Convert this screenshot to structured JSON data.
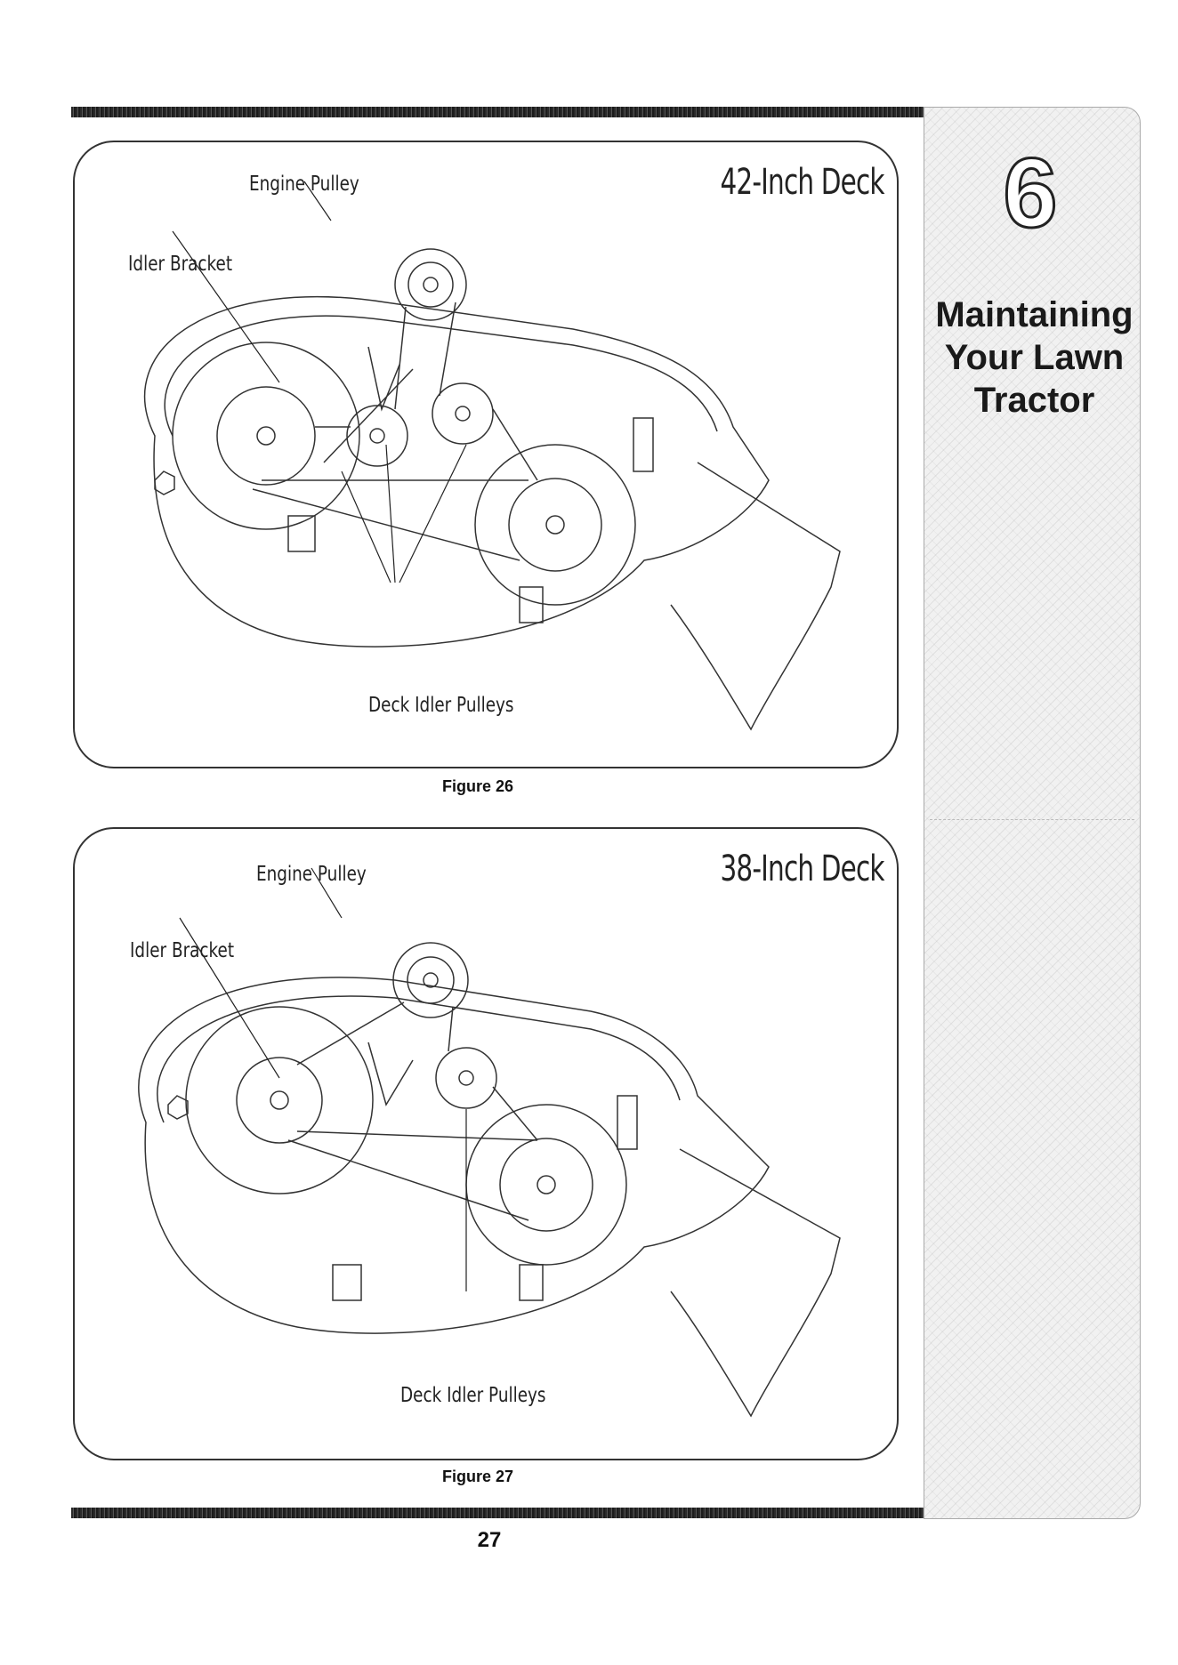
{
  "chapter": {
    "number": "6",
    "title_line1": "Maintaining",
    "title_line2": "Your Lawn",
    "title_line3": "Tractor"
  },
  "figure_26": {
    "deck_title": "42-Inch Deck",
    "label_engine_pulley": "Engine Pulley",
    "label_idler_bracket": "Idler Bracket",
    "label_deck_idler_pulleys": "Deck Idler Pulleys",
    "caption": "Figure 26"
  },
  "figure_27": {
    "deck_title": "38-Inch Deck",
    "label_engine_pulley": "Engine Pulley",
    "label_idler_bracket": "Idler Bracket",
    "label_deck_idler_pulleys": "Deck Idler Pulleys",
    "caption": "Figure 27"
  },
  "page_number": "27"
}
